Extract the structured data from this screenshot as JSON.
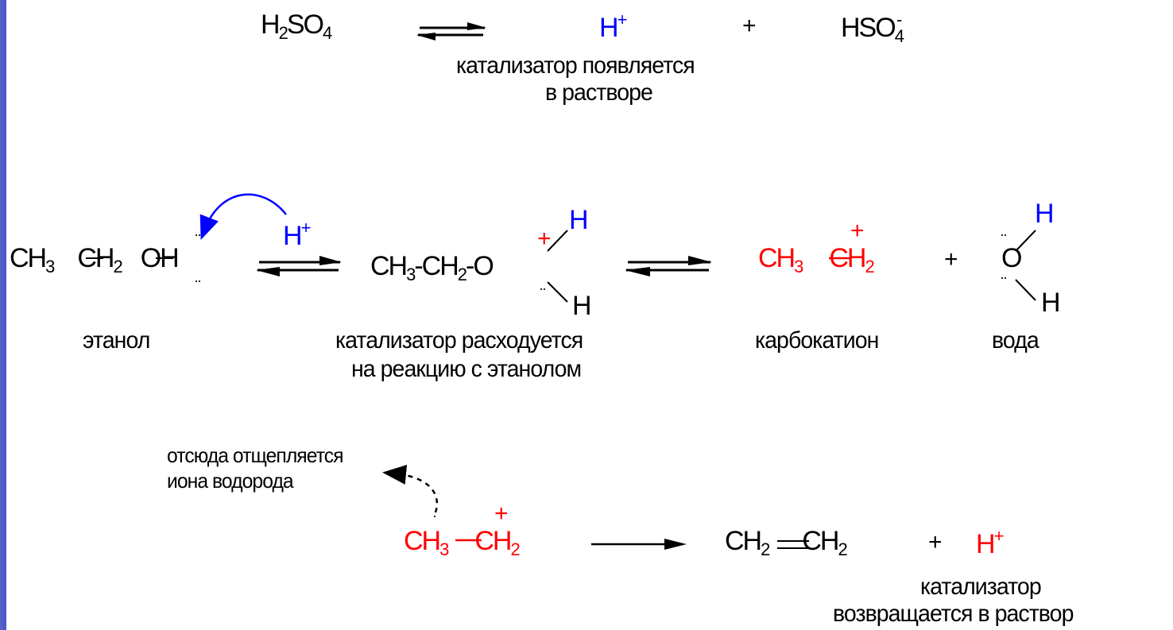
{
  "reaction1": {
    "reactant": "H2SO4",
    "product1": "H+",
    "plus": "+",
    "product2": "HSO4-",
    "note_line1": "катализатор появляется",
    "note_line2": "в растворе"
  },
  "reaction2": {
    "ethanol": "CH3−CH2−OH",
    "proton": "H+",
    "intermediate": "CH3−CH2−OH2+",
    "intermediate_H_top": "H",
    "intermediate_H_bottom": "H",
    "carbocation": "CH3−CH2+",
    "plus": "+",
    "water_O": "O",
    "water_H_top": "H",
    "water_H_bottom": "H",
    "label_ethanol": "этанол",
    "label_catalyst_line1": "катализатор расходуется",
    "label_catalyst_line2": "на реакцию с этанолом",
    "label_carbocation": "карбокатион",
    "label_water": "вода"
  },
  "reaction3": {
    "note_line1": "отсюда отщепляется",
    "note_line2": "иона водорода",
    "carbocation": "CH3−CH2+",
    "product": "CH2=CH2",
    "plus": "+",
    "proton": "H+",
    "note2_line1": "катализатор",
    "note2_line2": "возвращается в раствор"
  },
  "colors": {
    "red": "#ff0000",
    "blue": "#0000ff",
    "black": "#000000",
    "frame": "#1e26a8"
  }
}
